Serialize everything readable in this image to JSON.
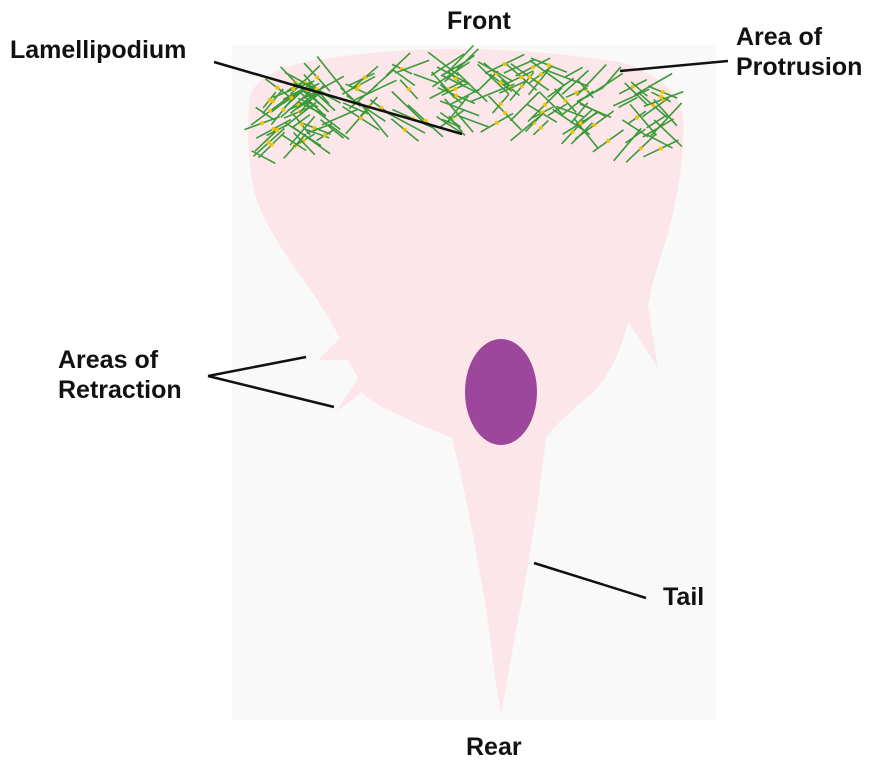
{
  "labels": {
    "front": "Front",
    "rear": "Rear",
    "lamellipodium": "Lamellipodium",
    "protrusion": "Area of\nProtrusion",
    "retraction": "Areas of\nRetraction",
    "tail": "Tail"
  },
  "colors": {
    "background_panel": "#f9f9f9",
    "cell_body": "#fce6ea",
    "nucleus": "#9c479b",
    "actin_filament": "#3a9a3a",
    "actin_node": "#f2c200",
    "leader_line": "#111111"
  }
}
